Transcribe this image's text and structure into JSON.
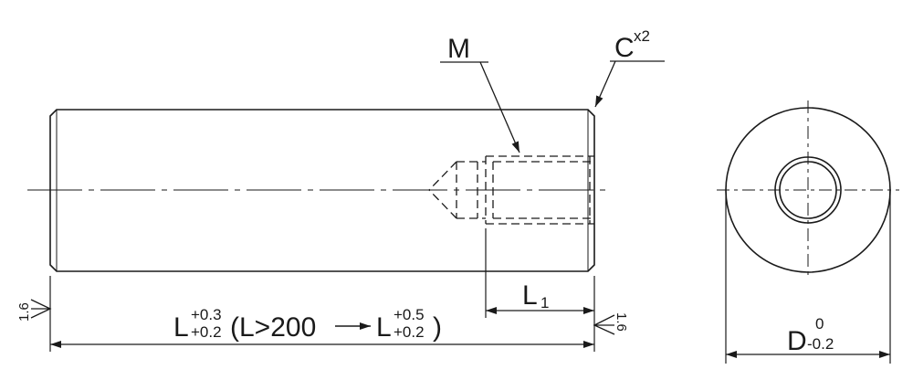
{
  "labels": {
    "thread": "M",
    "chamfer": "C",
    "chamfer_sup": "x2",
    "thread_depth": "L",
    "thread_depth_sub": "1",
    "length": "L",
    "length_tol_upper": "+0.3",
    "length_tol_lower": "+0.2",
    "length_condition": "(L>200",
    "length_alt": "L",
    "length_alt_tol_upper": "+0.5",
    "length_alt_tol_lower": "+0.2",
    "length_alt_close": ")",
    "diameter": "D",
    "diameter_tol_upper": "0",
    "diameter_tol_lower": "-0.2",
    "roughness_left": "1.6",
    "roughness_right": "1.6"
  }
}
